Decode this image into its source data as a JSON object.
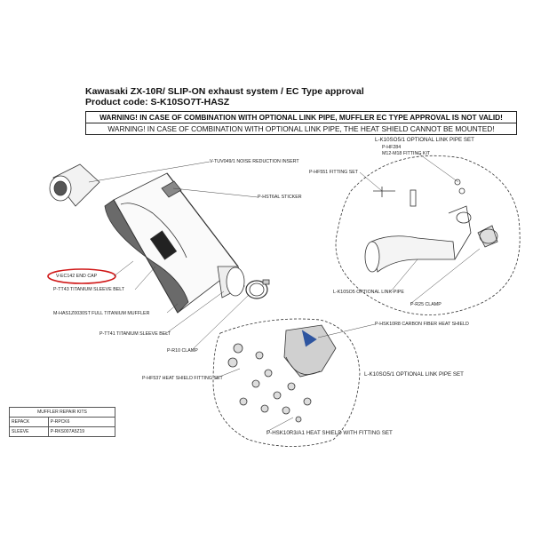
{
  "header": {
    "title": "Kawasaki ZX-10R/ SLIP-ON exhaust system / EC Type approval",
    "product_code": "Product code:  S-K10SO7T-HASZ"
  },
  "warnings": {
    "line1": "WARNING! IN CASE OF COMBINATION WITH OPTIONAL LINK PIPE, MUFFLER EC TYPE APPROVAL IS NOT VALID!",
    "line2": "WARNING! IN CASE OF COMBINATION WITH OPTIONAL LINK PIPE, THE HEAT SHIELD CANNOT BE MOUNTED!"
  },
  "parts": {
    "noise_insert": "V-TUV049/1  NOISE REDUCTION INSERT",
    "sticker": "P-HST6AL STICKER",
    "end_cap": "V-EC142 END CAP",
    "sleeve_belt_43": "P-TT43 TITANIUM SLEEVE BELT",
    "muffler": "M-HAS1Z0030ST  FULL TITANIUM MUFFLER",
    "sleeve_belt_41": "P-TT41 TITANIUM SLEEVE BELT",
    "clamp_r10": "P-R10 CLAMP",
    "heat_shield_fitting": "P-HF537  HEAT SHIELD FITTING SET",
    "carbon_heat_shield": "P-HSK10R8 CARBON FIBER HEAT SHIELD",
    "heat_shield_with_fitting": "P-HSK10R3/A1 HEAT SHIELD WITH FITTING SET",
    "optional_link_pipe_set_top": "L-K10SO5/1 OPTIONAL LINK PIPE SET",
    "optional_link_pipe_set_bottom": "L-K10SO5/1 OPTIONAL LINK PIPE SET",
    "fitting_kit_code": "P-HF284",
    "fitting_kit_name": "M12-M18 FITTING KIT",
    "fitting_set_551": "P-HF551 FITTING SET",
    "optional_link_pipe": "L-K10SO5 OPTIONAL LINK-PIPE",
    "clamp_r25": "P-R25 CLAMP"
  },
  "repair_kits": {
    "title": "MUFFLER REPAIR KITS",
    "rows": [
      {
        "name": "REPACK",
        "code": "P-RPCK6"
      },
      {
        "name": "SLEEVE",
        "code": "P-RKS007A5Z19"
      }
    ]
  },
  "colors": {
    "highlight": "#d01818",
    "line": "#333333",
    "shade": "#6a6a6a"
  }
}
